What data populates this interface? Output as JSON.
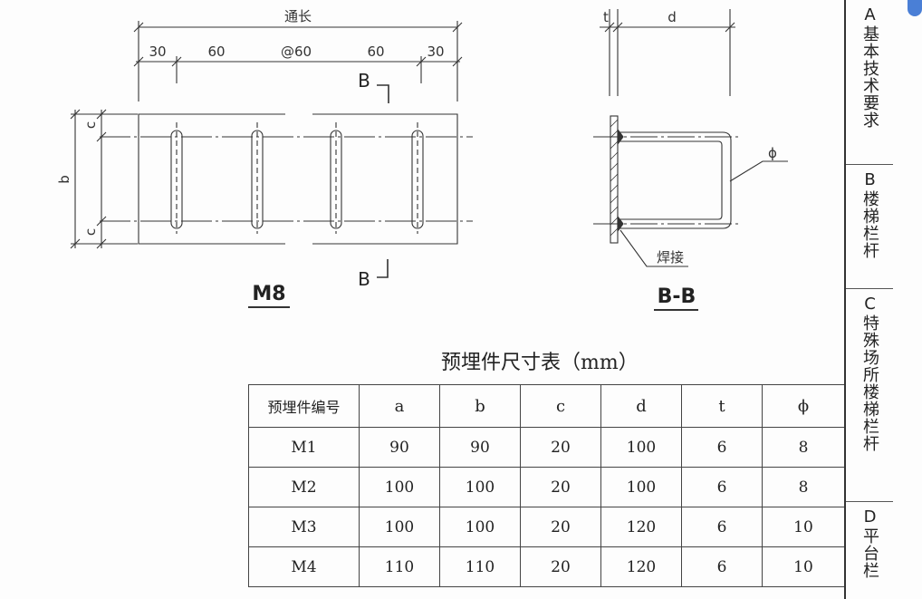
{
  "drawing": {
    "m8": {
      "overall_label": "通长",
      "spacing_labels": [
        "30",
        "60",
        "@60",
        "60",
        "30"
      ],
      "dim_b": "b",
      "dim_c_top": "c",
      "dim_c_bottom": "c",
      "section_mark_top": "B",
      "section_mark_bottom": "B",
      "title": "M8"
    },
    "section": {
      "dim_t": "t",
      "dim_d": "d",
      "phi": "ϕ",
      "weld_label": "焊接",
      "title": "B-B"
    }
  },
  "table": {
    "title": "预埋件尺寸表（mm）",
    "headers": [
      "预埋件编号",
      "a",
      "b",
      "c",
      "d",
      "t",
      "ϕ"
    ],
    "rows": [
      [
        "M1",
        "90",
        "90",
        "20",
        "100",
        "6",
        "8"
      ],
      [
        "M2",
        "100",
        "100",
        "20",
        "100",
        "6",
        "8"
      ],
      [
        "M3",
        "100",
        "100",
        "20",
        "120",
        "6",
        "10"
      ],
      [
        "M4",
        "110",
        "110",
        "20",
        "120",
        "6",
        "10"
      ]
    ]
  },
  "side_tabs": [
    {
      "letter": "A",
      "text": "基本技术要求"
    },
    {
      "letter": "B",
      "text": "楼梯栏杆"
    },
    {
      "letter": "C",
      "text": "特殊场所楼梯栏杆"
    },
    {
      "letter": "D",
      "text": "平台栏"
    }
  ],
  "colors": {
    "line": "#333333",
    "scroll_accent": "#4a7fd6"
  }
}
